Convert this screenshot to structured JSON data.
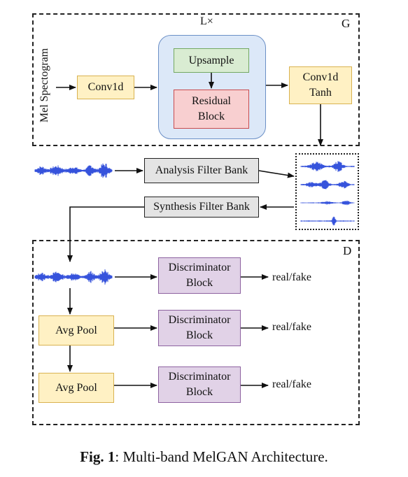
{
  "generator": {
    "corner_label": "G",
    "repeat_label": "L×",
    "input_label": "Mel Spectogram",
    "conv1d": "Conv1d",
    "upsample": "Upsample",
    "residual": "Residual\nBlock",
    "conv1d_tanh": "Conv1d\nTanh"
  },
  "filterbank": {
    "analysis": "Analysis Filter Bank",
    "synthesis": "Synthesis Filter Bank"
  },
  "discriminator": {
    "corner_label": "D",
    "avg_pool_1": "Avg Pool",
    "avg_pool_2": "Avg Pool",
    "block_1": "Discriminator\nBlock",
    "block_2": "Discriminator\nBlock",
    "block_3": "Discriminator\nBlock",
    "output_1": "real/fake",
    "output_2": "real/fake",
    "output_3": "real/fake"
  },
  "caption": {
    "prefix": "Fig. 1",
    "text": ": Multi-band MelGAN Architecture."
  },
  "colors": {
    "waveform": "#2040d8",
    "yellow_fill": "#fff1c4",
    "green_fill": "#d9ecd2",
    "red_fill": "#f8cfd0",
    "blue_group_fill": "#dce8f8",
    "purple_fill": "#e1d2e7",
    "gray_fill": "#e4e4e4"
  }
}
